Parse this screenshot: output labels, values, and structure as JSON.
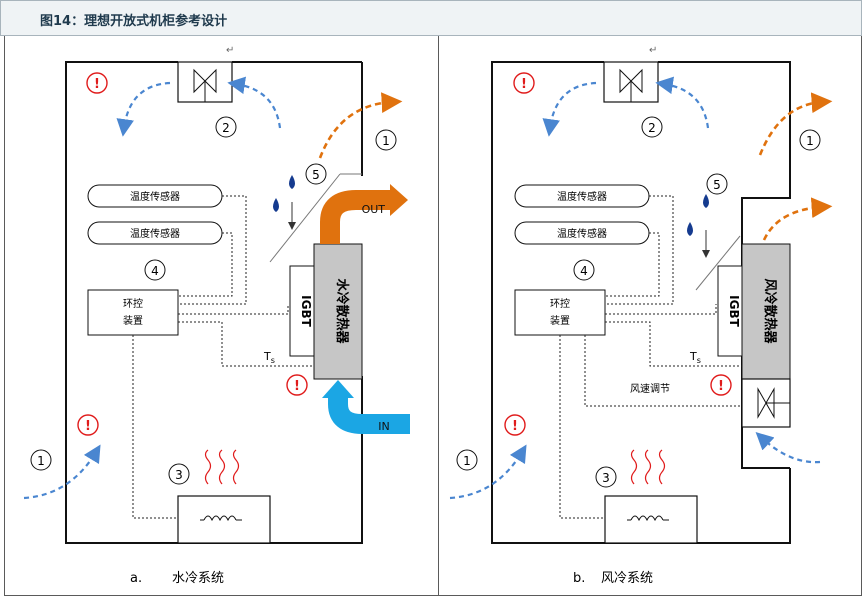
{
  "title": "图14：理想开放式机柜参考设计",
  "small_mark": "↵",
  "panels": [
    {
      "caption_letter": "a.",
      "caption_text": "水冷系统",
      "sensor1": "温度传感器",
      "sensor2": "温度传感器",
      "controller_line1": "环控",
      "controller_line2": "装置",
      "igbt": "IGBT",
      "radiator": "水冷散热器",
      "ts_main": "T",
      "ts_sub": "s",
      "out_label": "OUT",
      "in_label": "IN",
      "n1": "1",
      "n2": "2",
      "n3": "3",
      "n4": "4",
      "n5": "5",
      "n1b": "1"
    },
    {
      "caption_letter": "b.",
      "caption_text": "风冷系统",
      "sensor1": "温度传感器",
      "sensor2": "温度传感器",
      "controller_line1": "环控",
      "controller_line2": "装置",
      "igbt": "IGBT",
      "radiator": "风冷散热器",
      "ts_main": "T",
      "ts_sub": "s",
      "fan_speed": "风速调节",
      "n1": "1",
      "n2": "2",
      "n3": "3",
      "n4": "4",
      "n5": "5",
      "n1b": "1"
    }
  ],
  "colors": {
    "blue_arrow": "#4a86d0",
    "orange": "#e0720e",
    "water_in": "#1ba6e4",
    "warn": "#e01b1b",
    "radiator": "#c6c6c6"
  }
}
